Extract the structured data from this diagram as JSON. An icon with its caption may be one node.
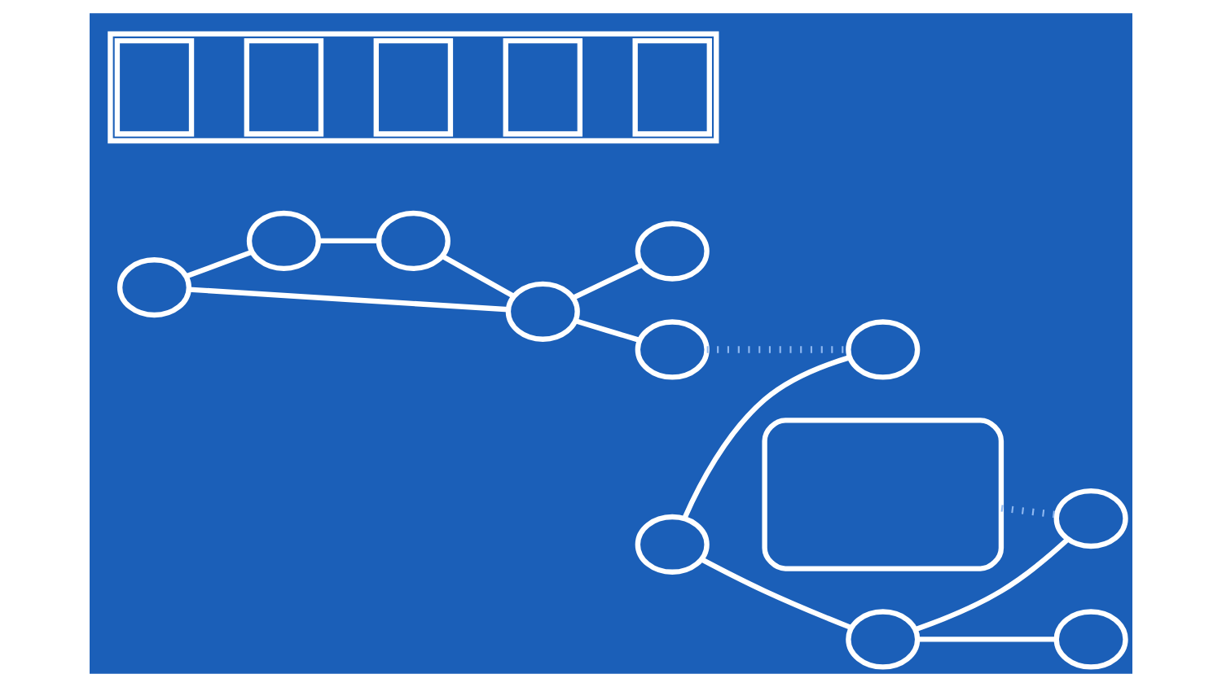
{
  "diagram": {
    "nodes": [
      {
        "text": [],
        "shape": "circle"
      },
      {
        "text": [],
        "shape": "circle"
      },
      {
        "text": [],
        "shape": "circle"
      },
      {
        "text": [],
        "shape": "circle"
      },
      {
        "text": [],
        "shape": "circle"
      },
      {
        "text": [],
        "shape": "circle"
      },
      {
        "text": [],
        "shape": "circle"
      },
      {
        "text": [],
        "shape": "circle"
      },
      {
        "text": [],
        "shape": "circle"
      },
      {
        "text": [],
        "shape": "circle"
      },
      {
        "text": [],
        "shape": "circle"
      },
      {
        "text": [],
        "shape": "box"
      },
      {
        "text": [],
        "shape": "bar"
      },
      {
        "text": [],
        "shape": "box",
        "in": 12
      },
      {
        "text": [],
        "shape": "box",
        "in": 12
      },
      {
        "text": [],
        "shape": "box",
        "in": 12
      },
      {
        "text": [],
        "shape": "box",
        "in": 12
      },
      {
        "text": [],
        "shape": "box",
        "in": 12
      }
    ],
    "edges": [
      {
        "from": 0,
        "to": 1,
        "arrow": "none"
      },
      {
        "from": 0,
        "to": 2,
        "arrow": "none"
      },
      {
        "from": 1,
        "to": 4,
        "arrow": "none"
      },
      {
        "from": 4,
        "to": 2,
        "arrow": "none"
      },
      {
        "from": 2,
        "to": 3,
        "arrow": "none"
      },
      {
        "from": 2,
        "to": 5,
        "arrow": "none"
      },
      {
        "from": 6,
        "to": 7,
        "arrow": "none"
      },
      {
        "from": 6,
        "to": 8,
        "arrow": "none"
      },
      {
        "from": 8,
        "to": 9,
        "arrow": "none"
      },
      {
        "from": 8,
        "to": 10,
        "arrow": "none"
      },
      {
        "from": 5,
        "to": 7,
        "arrow": "none",
        "style": "dashed",
        "color": "#8fb8f0"
      },
      {
        "from": 11,
        "to": 9,
        "arrow": "none",
        "style": "dashed",
        "color": "#8fb8f0"
      }
    ]
  }
}
